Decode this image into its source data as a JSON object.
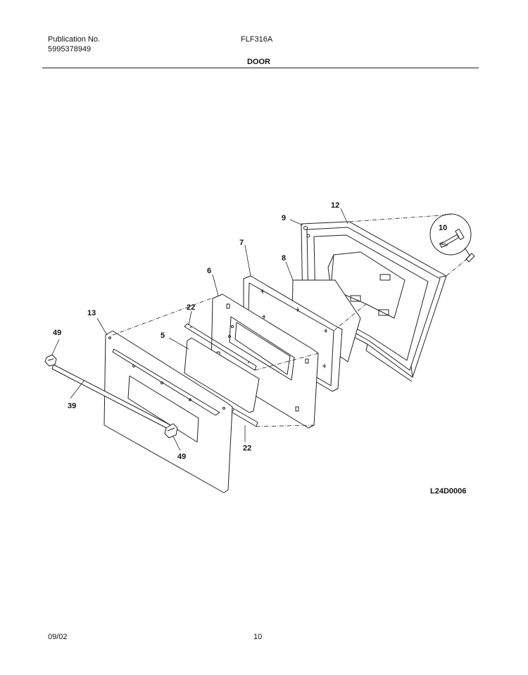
{
  "header": {
    "publication_label": "Publication No.",
    "publication_number": "5995378949",
    "model": "FLF316A",
    "section_title": "DOOR"
  },
  "diagram": {
    "callouts": [
      "12",
      "9",
      "10",
      "7",
      "8",
      "6",
      "22",
      "13",
      "5",
      "49",
      "39",
      "49",
      "22"
    ],
    "code": "L24D0006"
  },
  "footer": {
    "date": "09/02",
    "page": "10"
  }
}
